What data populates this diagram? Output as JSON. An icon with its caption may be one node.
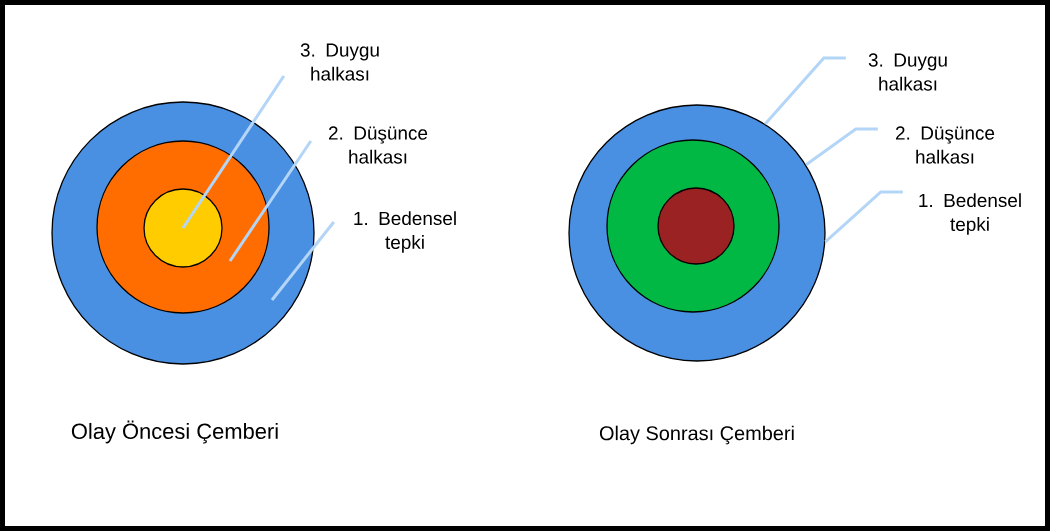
{
  "diagram": {
    "nodes": [
      {
        "text": [],
        "shape": "circle"
      },
      {
        "text": [],
        "shape": "circle",
        "in": 0
      },
      {
        "text": [],
        "shape": "circle",
        "in": 1
      },
      {
        "text": [
          "3. Duygu halkası"
        ]
      },
      {
        "text": [
          "2. Düşünce halkası"
        ]
      },
      {
        "text": [
          "1. Bedensel tepki"
        ]
      },
      {
        "text": [],
        "shape": "circle"
      },
      {
        "text": [],
        "shape": "circle",
        "in": 6
      },
      {
        "text": [],
        "shape": "circle",
        "in": 7
      },
      {
        "text": [
          "3. Duygu halkası"
        ]
      },
      {
        "text": [
          "2. Düşünce halkası"
        ]
      },
      {
        "text": [
          "1. Bedensel tepki"
        ]
      }
    ],
    "edges": [
      {
        "from": 3,
        "to": 2,
        "arrow": "none"
      },
      {
        "from": 4,
        "to": 1,
        "arrow": "none"
      },
      {
        "from": 5,
        "to": 0,
        "arrow": "none"
      },
      {
        "from": 9,
        "to": 6,
        "arrow": "none"
      },
      {
        "from": 10,
        "to": 6,
        "arrow": "none"
      },
      {
        "from": 11,
        "to": 6,
        "arrow": "none"
      }
    ],
    "labels": [
      "Olay Öncesi Çemberi",
      "Olay Sonrası Çemberi"
    ]
  }
}
